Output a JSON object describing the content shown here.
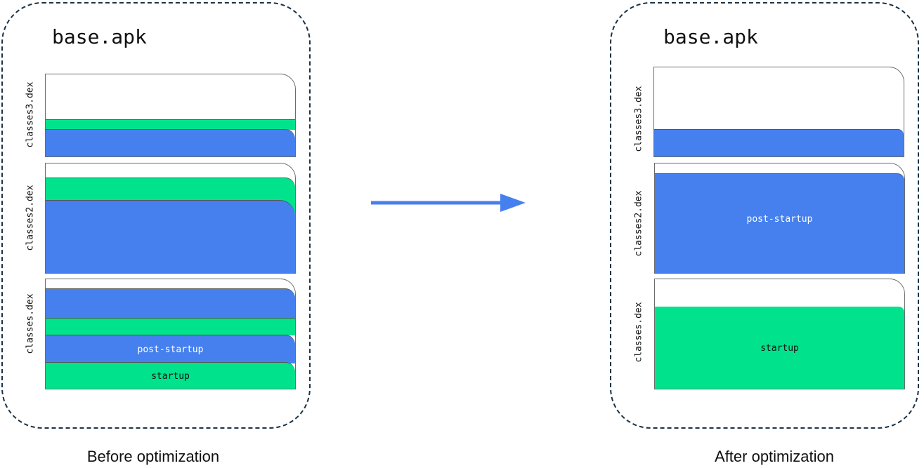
{
  "before": {
    "title": "base.apk",
    "caption": "Before optimization",
    "files": [
      "classes3.dex",
      "classes2.dex",
      "classes.dex"
    ],
    "labels": {
      "post_startup": "post-startup",
      "startup": "startup"
    }
  },
  "after": {
    "title": "base.apk",
    "caption": "After optimization",
    "files": [
      "classes3.dex",
      "classes2.dex",
      "classes.dex"
    ],
    "labels": {
      "post_startup": "post-startup",
      "startup": "startup"
    }
  },
  "colors": {
    "post_startup": "#4680ee",
    "startup": "#00e38c",
    "arrow": "#4680ee",
    "border": "#1b3346"
  }
}
